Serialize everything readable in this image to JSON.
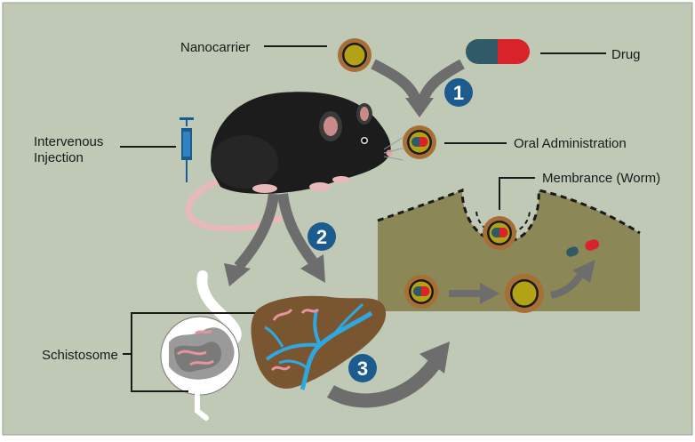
{
  "labels": {
    "nanocarrier": "Nanocarrier",
    "drug": "Drug",
    "oral_administration": "Oral Administration",
    "intervenous_injection_line1": "Intervenous",
    "intervenous_injection_line2": "Injection",
    "membrane": "Membrance (Worm)",
    "schistosome": "Schistosome"
  },
  "steps": [
    "1",
    "2",
    "3"
  ],
  "colors": {
    "background": "#bfc9b5",
    "worm_tissue": "#8b8757",
    "nanocarrier_ring": "#a76f34",
    "nanocarrier_core": "#b4a216",
    "drug_red": "#d8232a",
    "drug_teal": "#2f5a66",
    "step_badge": "#1c5b8d",
    "arrow": "#6d6d6d",
    "liver": "#7a5630",
    "vessel": "#2fa8e0",
    "worm_pink": "#e6949d",
    "mouse": "#1c1c1c",
    "mouse_skin": "#e9b8b8"
  },
  "icons": [
    "nanocarrier-icon",
    "drug-capsule-icon",
    "mouse-icon",
    "syringe-icon",
    "intestine-icon",
    "liver-icon"
  ]
}
